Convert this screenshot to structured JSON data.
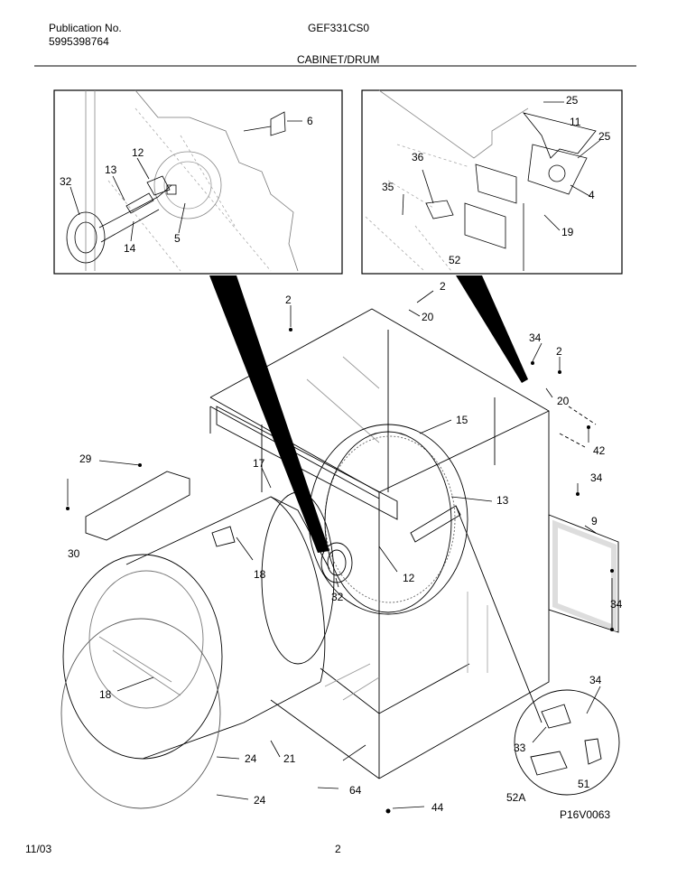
{
  "header": {
    "publication_label": "Publication No.",
    "publication_number": "5995398764",
    "model": "GEF331CS0",
    "section_title": "CABINET/DRUM"
  },
  "footer": {
    "date": "11/03",
    "page_number": "2"
  },
  "diagram": {
    "code": "P16V0063",
    "part_callouts": [
      "2",
      "2",
      "2",
      "4",
      "5",
      "6",
      "9",
      "11",
      "12",
      "12",
      "13",
      "13",
      "14",
      "15",
      "17",
      "18",
      "18",
      "19",
      "20",
      "20",
      "21",
      "24",
      "24",
      "25",
      "25",
      "29",
      "30",
      "32",
      "32",
      "33",
      "34",
      "34",
      "34",
      "34",
      "35",
      "36",
      "42",
      "44",
      "51",
      "52",
      "52A",
      "64"
    ]
  }
}
